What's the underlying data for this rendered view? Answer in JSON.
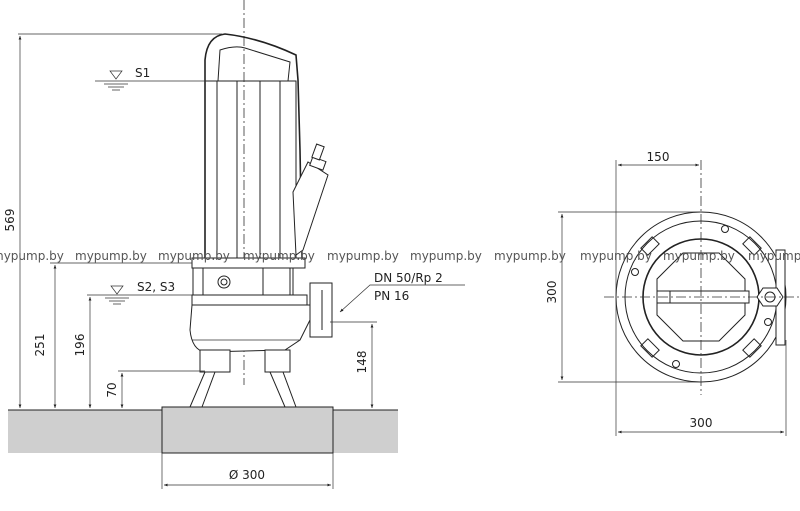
{
  "side_view": {
    "dim_total_height": "569",
    "dim_s1_label": "S1",
    "dim_251": "251",
    "dim_s2s3_label": "S2, S3",
    "dim_196": "196",
    "dim_70": "70",
    "dim_148": "148",
    "discharge_label_1": "DN 50/Rp 2",
    "discharge_label_2": "PN 16",
    "dim_base_diameter": "Ø 300"
  },
  "top_view": {
    "dim_150": "150",
    "dim_height_300": "300",
    "dim_width_300": "300"
  },
  "watermark": "mypump.by",
  "colors": {
    "ground": "#cfcfcf",
    "line": "#222222"
  }
}
